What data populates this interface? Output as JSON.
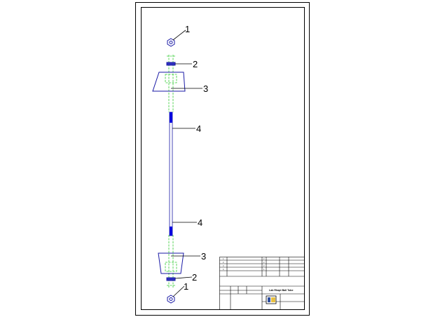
{
  "drawing": {
    "balloons": [
      {
        "label": "1"
      },
      {
        "label": "2"
      },
      {
        "label": "3"
      },
      {
        "label": "4"
      },
      {
        "label": "4"
      },
      {
        "label": "3"
      },
      {
        "label": "2"
      },
      {
        "label": "1"
      }
    ],
    "colors": {
      "part": "#1a1aa6",
      "hidden": "#33cc33",
      "rod_end": "#0000dd",
      "border": "#000000"
    }
  },
  "title_block": {
    "drawing_title": "Lab Rhapt Ball Tube",
    "bom_rows": [
      {
        "pos": "1",
        "qty": "2"
      },
      {
        "pos": "2",
        "qty": "2"
      },
      {
        "pos": "3",
        "qty": "2"
      },
      {
        "pos": "4",
        "qty": "1"
      }
    ]
  }
}
